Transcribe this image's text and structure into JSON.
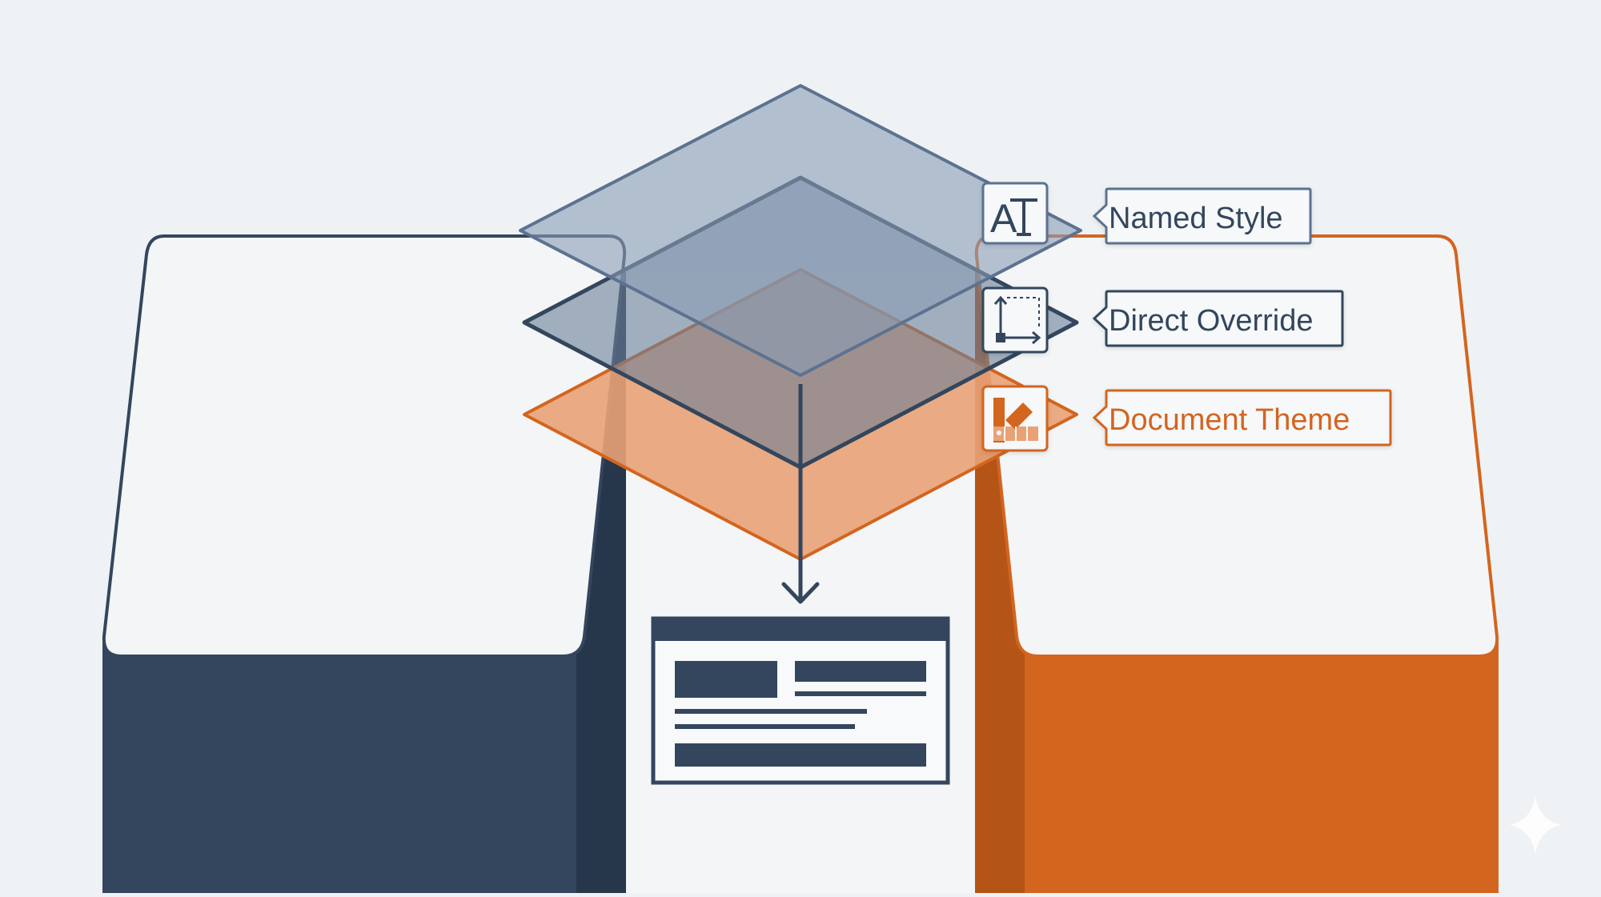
{
  "diagram": {
    "colors": {
      "background": "#eef2f5",
      "navy": "#33465d",
      "navy_dark": "#26374b",
      "orange": "#d3651f",
      "orange_dark": "#b55417",
      "slate_layer": "#8a9db5",
      "orange_layer": "#e9a276"
    },
    "layers": [
      {
        "id": "named-style",
        "label": "Named Style",
        "icon": "text-style-icon",
        "color": "#33465d"
      },
      {
        "id": "direct-override",
        "label": "Direct Override",
        "icon": "resize-corner-icon",
        "color": "#33465d"
      },
      {
        "id": "document-theme",
        "label": "Document Theme",
        "icon": "color-palette-icon",
        "color": "#d3651f"
      }
    ],
    "result": {
      "icon": "document-layout-icon"
    },
    "arrow": {
      "icon": "down-arrow-icon"
    }
  }
}
